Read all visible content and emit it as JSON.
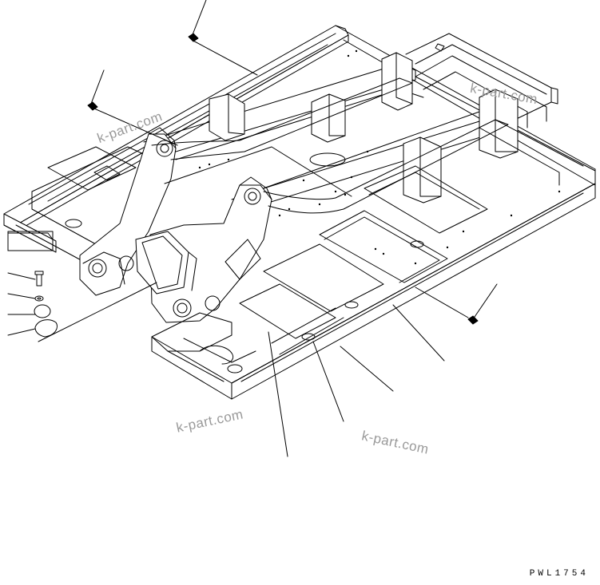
{
  "drawing": {
    "code": "PWL1754",
    "line_color": "#000000",
    "background": "#ffffff",
    "watermark_color": "#9a9a9a"
  },
  "watermarks": [
    "k-part.com",
    "k-part.com",
    "k-part.com",
    "k-part.com"
  ],
  "parts": {
    "bolt": "bolt-icon",
    "washer": "washer-icon",
    "plug": "plug-icon",
    "plate": "plate-icon",
    "grommet": "grommet-icon"
  }
}
